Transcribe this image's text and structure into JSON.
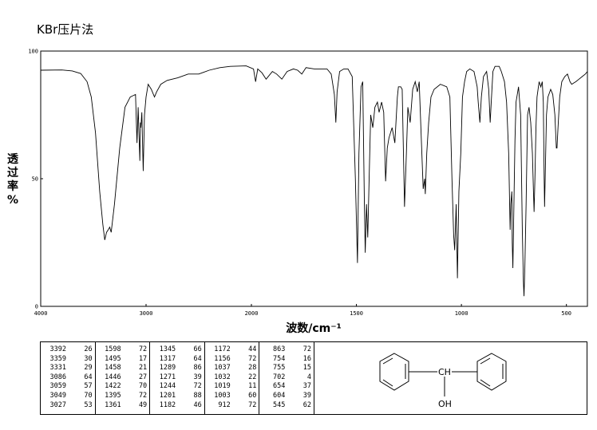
{
  "title": "KBr压片法",
  "chart_data": {
    "type": "line",
    "title": "KBr压片法",
    "xlabel": "波数/cm⁻¹",
    "ylabel": [
      "透",
      "过",
      "率",
      "%"
    ],
    "xlim": [
      4000,
      400
    ],
    "ylim": [
      0,
      100
    ],
    "x_ticks": [
      "4000",
      "3000",
      "2000",
      "1500",
      "1000",
      "500"
    ],
    "y_ticks": [
      "0",
      "50",
      "100"
    ],
    "grid": false,
    "series": [
      {
        "values": [
          [
            4000,
            92.5
          ],
          [
            3800,
            92.6
          ],
          [
            3700,
            92.2
          ],
          [
            3620,
            91.2
          ],
          [
            3560,
            88
          ],
          [
            3520,
            82
          ],
          [
            3480,
            68
          ],
          [
            3440,
            45
          ],
          [
            3410,
            32
          ],
          [
            3392,
            26
          ],
          [
            3375,
            29
          ],
          [
            3359,
            30
          ],
          [
            3345,
            31
          ],
          [
            3331,
            29
          ],
          [
            3300,
            40
          ],
          [
            3250,
            62
          ],
          [
            3200,
            78
          ],
          [
            3150,
            82
          ],
          [
            3100,
            83
          ],
          [
            3086,
            64
          ],
          [
            3075,
            78
          ],
          [
            3059,
            57
          ],
          [
            3053,
            72
          ],
          [
            3049,
            70
          ],
          [
            3040,
            76
          ],
          [
            3027,
            53
          ],
          [
            3015,
            75
          ],
          [
            3000,
            82
          ],
          [
            2980,
            87
          ],
          [
            2950,
            85
          ],
          [
            2920,
            82
          ],
          [
            2900,
            84
          ],
          [
            2860,
            87
          ],
          [
            2800,
            88.5
          ],
          [
            2700,
            89.5
          ],
          [
            2600,
            91
          ],
          [
            2500,
            91
          ],
          [
            2400,
            92.5
          ],
          [
            2300,
            93.5
          ],
          [
            2200,
            94
          ],
          [
            2050,
            94.2
          ],
          [
            1990,
            93
          ],
          [
            1980,
            88
          ],
          [
            1970,
            93
          ],
          [
            1950,
            91.5
          ],
          [
            1930,
            89
          ],
          [
            1900,
            92
          ],
          [
            1880,
            91
          ],
          [
            1855,
            89
          ],
          [
            1830,
            92
          ],
          [
            1800,
            93
          ],
          [
            1780,
            92.5
          ],
          [
            1760,
            91
          ],
          [
            1740,
            93.5
          ],
          [
            1700,
            93
          ],
          [
            1640,
            93
          ],
          [
            1620,
            91
          ],
          [
            1605,
            83
          ],
          [
            1598,
            72
          ],
          [
            1592,
            84
          ],
          [
            1580,
            92
          ],
          [
            1560,
            93
          ],
          [
            1540,
            93
          ],
          [
            1520,
            90
          ],
          [
            1505,
            50
          ],
          [
            1495,
            17
          ],
          [
            1488,
            60
          ],
          [
            1478,
            86
          ],
          [
            1470,
            88
          ],
          [
            1462,
            40
          ],
          [
            1458,
            21
          ],
          [
            1452,
            40
          ],
          [
            1446,
            27
          ],
          [
            1438,
            55
          ],
          [
            1432,
            75
          ],
          [
            1422,
            70
          ],
          [
            1412,
            78
          ],
          [
            1400,
            80
          ],
          [
            1392,
            76
          ],
          [
            1380,
            80
          ],
          [
            1370,
            76
          ],
          [
            1361,
            49
          ],
          [
            1353,
            62
          ],
          [
            1345,
            66
          ],
          [
            1330,
            70
          ],
          [
            1317,
            64
          ],
          [
            1305,
            82
          ],
          [
            1300,
            86
          ],
          [
            1289,
            86
          ],
          [
            1282,
            85
          ],
          [
            1271,
            39
          ],
          [
            1262,
            60
          ],
          [
            1255,
            78
          ],
          [
            1244,
            72
          ],
          [
            1232,
            85
          ],
          [
            1220,
            88
          ],
          [
            1210,
            84
          ],
          [
            1201,
            88
          ],
          [
            1193,
            70
          ],
          [
            1182,
            46
          ],
          [
            1175,
            50
          ],
          [
            1172,
            44
          ],
          [
            1165,
            60
          ],
          [
            1156,
            72
          ],
          [
            1145,
            82
          ],
          [
            1130,
            85
          ],
          [
            1100,
            87
          ],
          [
            1070,
            86
          ],
          [
            1055,
            82
          ],
          [
            1045,
            50
          ],
          [
            1037,
            28
          ],
          [
            1032,
            22
          ],
          [
            1025,
            40
          ],
          [
            1019,
            11
          ],
          [
            1012,
            45
          ],
          [
            1003,
            60
          ],
          [
            995,
            82
          ],
          [
            985,
            88
          ],
          [
            975,
            92
          ],
          [
            960,
            93
          ],
          [
            940,
            92
          ],
          [
            925,
            86
          ],
          [
            920,
            80
          ],
          [
            912,
            72
          ],
          [
            905,
            82
          ],
          [
            895,
            90
          ],
          [
            880,
            92
          ],
          [
            870,
            85
          ],
          [
            863,
            72
          ],
          [
            858,
            80
          ],
          [
            850,
            92
          ],
          [
            840,
            94
          ],
          [
            820,
            94
          ],
          [
            810,
            92
          ],
          [
            795,
            88
          ],
          [
            785,
            80
          ],
          [
            775,
            60
          ],
          [
            768,
            30
          ],
          [
            765,
            40
          ],
          [
            760,
            45
          ],
          [
            758,
            25
          ],
          [
            755,
            15
          ],
          [
            750,
            40
          ],
          [
            745,
            65
          ],
          [
            740,
            80
          ],
          [
            728,
            86
          ],
          [
            718,
            75
          ],
          [
            710,
            30
          ],
          [
            705,
            10
          ],
          [
            702,
            4
          ],
          [
            698,
            15
          ],
          [
            692,
            40
          ],
          [
            685,
            75
          ],
          [
            678,
            78
          ],
          [
            670,
            72
          ],
          [
            662,
            60
          ],
          [
            657,
            45
          ],
          [
            654,
            37
          ],
          [
            650,
            50
          ],
          [
            645,
            70
          ],
          [
            640,
            82
          ],
          [
            630,
            88
          ],
          [
            622,
            86
          ],
          [
            615,
            88
          ],
          [
            610,
            80
          ],
          [
            606,
            50
          ],
          [
            604,
            39
          ],
          [
            600,
            55
          ],
          [
            595,
            75
          ],
          [
            588,
            82
          ],
          [
            575,
            85
          ],
          [
            565,
            83
          ],
          [
            555,
            75
          ],
          [
            548,
            62
          ],
          [
            545,
            62
          ],
          [
            540,
            70
          ],
          [
            532,
            82
          ],
          [
            522,
            88
          ],
          [
            508,
            90
          ],
          [
            495,
            91
          ],
          [
            483,
            88
          ],
          [
            475,
            87
          ],
          [
            465,
            87.5
          ],
          [
            455,
            88
          ],
          [
            440,
            89
          ],
          [
            425,
            90
          ],
          [
            410,
            91
          ],
          [
            400,
            92
          ]
        ]
      }
    ]
  },
  "peaks": {
    "columns": [
      [
        [
          "3392",
          "26"
        ],
        [
          "3359",
          "30"
        ],
        [
          "3331",
          "29"
        ],
        [
          "3086",
          "64"
        ],
        [
          "3059",
          "57"
        ],
        [
          "3049",
          "70"
        ],
        [
          "3027",
          "53"
        ]
      ],
      [
        [
          "1598",
          "72"
        ],
        [
          "1495",
          "17"
        ],
        [
          "1458",
          "21"
        ],
        [
          "1446",
          "27"
        ],
        [
          "1422",
          "70"
        ],
        [
          "1395",
          "72"
        ],
        [
          "1361",
          "49"
        ]
      ],
      [
        [
          "1345",
          "66"
        ],
        [
          "1317",
          "64"
        ],
        [
          "1289",
          "86"
        ],
        [
          "1271",
          "39"
        ],
        [
          "1244",
          "72"
        ],
        [
          "1201",
          "88"
        ],
        [
          "1182",
          "46"
        ]
      ],
      [
        [
          "1172",
          "44"
        ],
        [
          "1156",
          "72"
        ],
        [
          "1037",
          "28"
        ],
        [
          "1032",
          "22"
        ],
        [
          "1019",
          "11"
        ],
        [
          "1003",
          "60"
        ],
        [
          "912",
          "72"
        ]
      ],
      [
        [
          "863",
          "72"
        ],
        [
          "754",
          "16"
        ],
        [
          "755",
          "15"
        ],
        [
          "702",
          "4"
        ],
        [
          "654",
          "37"
        ],
        [
          "604",
          "39"
        ],
        [
          "545",
          "62"
        ]
      ]
    ]
  },
  "structure": {
    "ch_label": "CH",
    "oh_label": "OH"
  }
}
